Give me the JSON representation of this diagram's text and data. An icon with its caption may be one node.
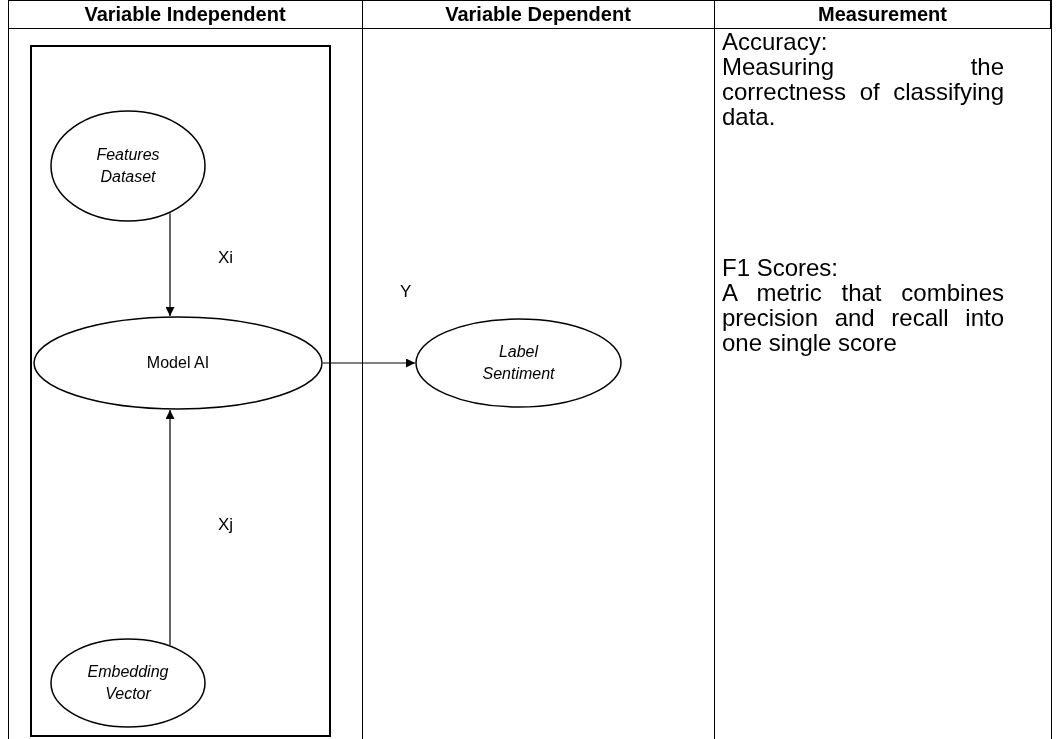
{
  "diagram": {
    "nodes": [
      {
        "text": [],
        "shape": "box"
      },
      {
        "text": [
          "Features Dataset"
        ],
        "in": 0
      },
      {
        "text": [
          "Model AI"
        ],
        "in": 0
      },
      {
        "text": [
          "Embedding Vector"
        ],
        "in": 0
      },
      {
        "text": [
          "Label Sentiment"
        ]
      }
    ],
    "edges": [
      {
        "from": 1,
        "to": 2,
        "arrow": "to",
        "label": "Xi"
      },
      {
        "from": 3,
        "to": 2,
        "arrow": "to",
        "label": "Xj"
      },
      {
        "from": 2,
        "to": 4,
        "arrow": "to",
        "label": "Y"
      }
    ],
    "labels": [
      "Variable Independent",
      "Variable Dependent",
      "Measurement",
      "Accuracy:",
      "Measuring the correctness of classifying data.",
      "F1 Scores:",
      "A metric that combines precision and recall into one single score"
    ]
  }
}
